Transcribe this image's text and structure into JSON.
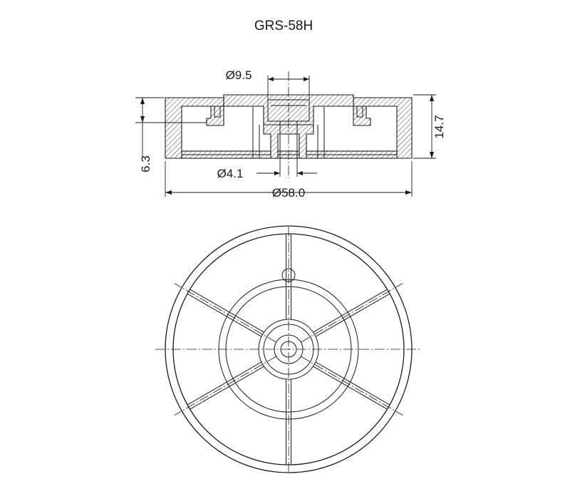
{
  "title": "GRS-58H",
  "dimensions": {
    "inner_top_diameter": "Ø9.5",
    "bore_diameter": "Ø4.1",
    "outer_diameter": "Ø58.0",
    "total_height": "14.7",
    "lower_height": "6.3"
  },
  "colors": {
    "line": "#1a1a1a",
    "background": "#ffffff"
  }
}
